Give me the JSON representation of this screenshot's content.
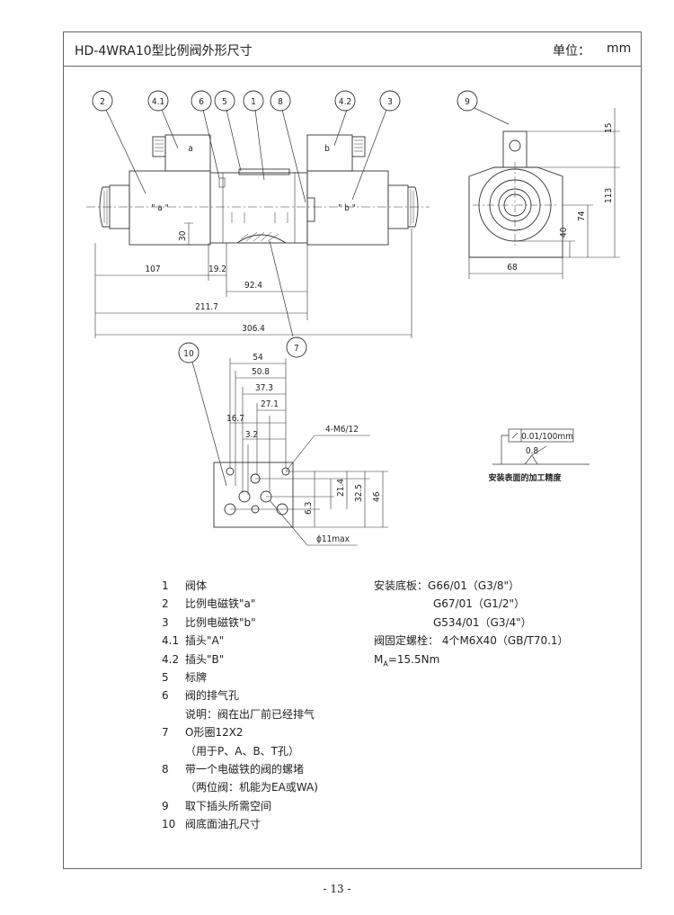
{
  "header": {
    "title": "HD-4WRA10型比例阀外形尺寸",
    "unit_label": "单位：",
    "unit_value": "mm"
  },
  "balloons": {
    "b2": "2",
    "b41": "4.1",
    "b6": "6",
    "b5": "5",
    "b1": "1",
    "b8": "8",
    "b42": "4.2",
    "b3": "3",
    "b9": "9",
    "b7": "7",
    "b10": "10"
  },
  "side_view": {
    "solenoid_a": "\" a \"",
    "solenoid_b": "\" b \"",
    "plug_a": "a",
    "plug_b": "b",
    "d107": "107",
    "d19_2": "19.2",
    "d92_4": "92.4",
    "d211_7": "211.7",
    "d306_4": "306.4",
    "d30": "30"
  },
  "end_view": {
    "d15": "15",
    "d113": "113",
    "d74": "74",
    "d40": "40",
    "d68": "68"
  },
  "port_view": {
    "d54": "54",
    "d50_8": "50.8",
    "d37_3": "37.3",
    "d27_1": "27.1",
    "d16_7": "16.7",
    "d3_2": "3.2",
    "screws": "4-M6/12",
    "d21_4": "21.4",
    "d32_5": "32.5",
    "d46": "46",
    "d6_3": "6.3",
    "port_dia": "ϕ11max"
  },
  "surface_finish": {
    "flatness": "0.01/100mm",
    "roughness": "0.8",
    "caption": "安装表面的加工精度"
  },
  "legend_left": [
    {
      "num": "1",
      "text": "阀体"
    },
    {
      "num": "2",
      "text": "比例电磁铁\"a\""
    },
    {
      "num": "3",
      "text": "比例电磁铁\"b\""
    },
    {
      "num": "4.1",
      "text": "插头\"A\""
    },
    {
      "num": "4.2",
      "text": "插头\"B\""
    },
    {
      "num": "5",
      "text": "标牌"
    },
    {
      "num": "6",
      "text": "阀的排气孔"
    },
    {
      "num": "",
      "text": "说明：阀在出厂前已经排气"
    },
    {
      "num": "7",
      "text": "O形圈12X2"
    },
    {
      "num": "",
      "text": "（用于P、A、B、T孔）"
    },
    {
      "num": "8",
      "text": "带一个电磁铁的阀的螺堵"
    },
    {
      "num": "",
      "text": "（两位阀：机能为EA或WA)"
    },
    {
      "num": "9",
      "text": "取下插头所需空间"
    },
    {
      "num": "10",
      "text": "阀底面油孔尺寸"
    }
  ],
  "legend_right": {
    "subplate_label": "安装底板：",
    "subplates": [
      "G66/01（G3/8\"）",
      "G67/01（G1/2\"）",
      "G534/01（G3/4\"）"
    ],
    "bolts": "阀固定螺栓： 4个M6X40（GB/T70.1）",
    "torque_prefix": "M",
    "torque_sub": "A",
    "torque_value": "=15.5Nm"
  },
  "page_number": "- 13 -"
}
